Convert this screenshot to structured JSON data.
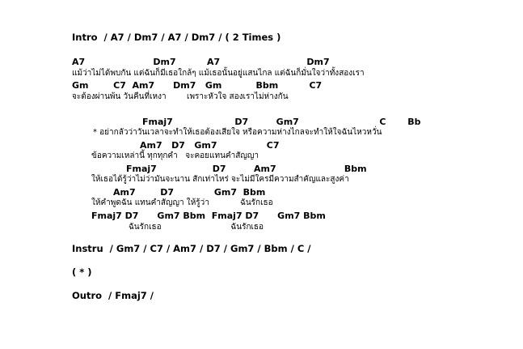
{
  "sections": {
    "intro": "Intro  / A7 / Dm7 / A7 / Dm7 / ( 2 Times )",
    "instru": "Instru  / Gm7 / C7 / Am7 / D7 / Gm7 / Bbm / C /",
    "star": "( * )",
    "outro": "Outro  / Fmaj7 /"
  },
  "verse": {
    "chord1": "A7                      Dm7          A7                            Dm7",
    "lyric1": "แม้ว่าไม่ได้พบกัน แต่ฉันก็มีเธอใกล้ๆ แม้เธอนั้นอยู่แสนไกล แต่ฉันก็มั่นใจว่าทั้งสองเรา",
    "chord2": "Gm        C7  Am7      Dm7   Gm           Bbm          C7",
    "lyric2": "จะต้องผ่านพ้น วันคืนที่เหงา        เพราะหัวใจ สองเราไม่ห่างกัน"
  },
  "chorus": {
    "chord1": "Fmaj7                    D7         Gm7                          C       Bb",
    "lyric1": "* อย่ากลัวว่าวันเวลาจะทำให้เธอต้องเสียใจ หรือความห่างไกลจะทำให้ใจฉันไหวหวั่น",
    "chord2": "Am7   D7   Gm7                C7",
    "lyric2": "ข้อความเหล่านี้ ทุกทุกคำ   จะคอยแทนคำสัญญา",
    "chord3": "Fmaj7                  D7         Am7                      Bbm",
    "lyric3": "ให้เธอได้รู้ว่าไม่ว่ามันจะนาน สักเท่าไหร่ จะไม่มีใครมีความสำคัญและสูงค่า",
    "chord4": "Am7        D7             Gm7  Bbm",
    "lyric4": "ให้คำพูดฉัน แทนคำสัญญา ให้รู้ว่า            ฉันรักเธอ",
    "chord5": "Fmaj7 D7      Gm7 Bbm  Fmaj7 D7      Gm7 Bbm",
    "lyric5": "ฉันรักเธอ                           ฉันรักเธอ"
  }
}
